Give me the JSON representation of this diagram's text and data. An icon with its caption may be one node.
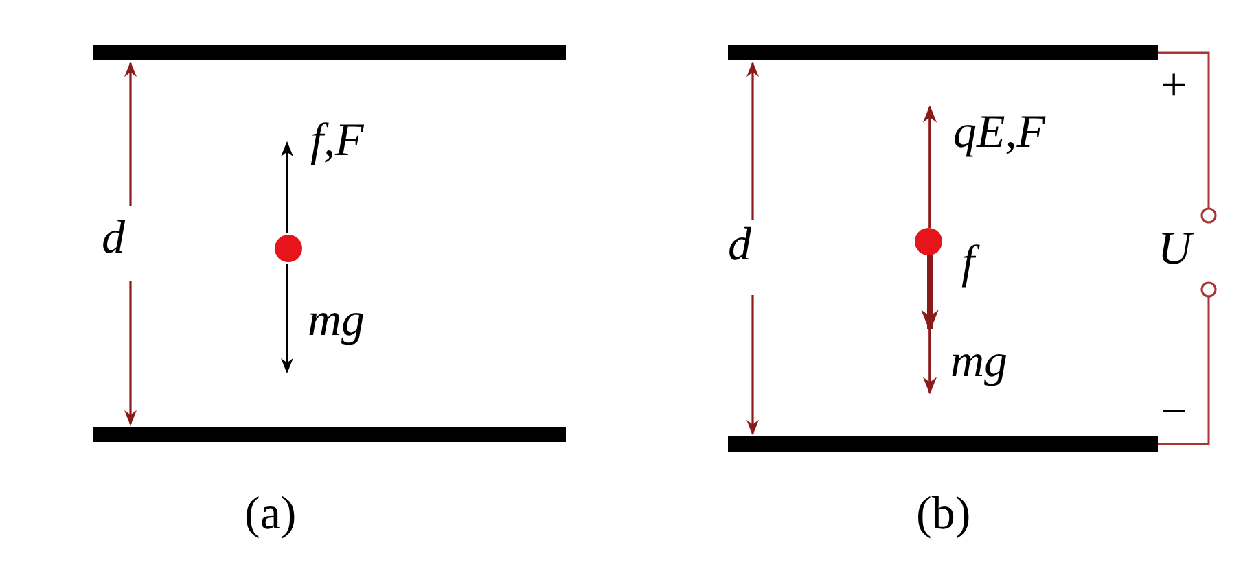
{
  "diagram": {
    "nodes": [
      {
        "text": [],
        "shape": "bar"
      },
      {
        "text": [],
        "shape": "bar"
      },
      {
        "text": [],
        "shape": "bar"
      },
      {
        "text": [],
        "shape": "bar"
      },
      {
        "text": [],
        "shape": "circle"
      },
      {
        "text": [],
        "shape": "circle"
      }
    ],
    "edges": [
      {
        "from": 2,
        "to": 4,
        "arrow": "none"
      },
      {
        "from": 3,
        "to": 5,
        "arrow": "none"
      }
    ],
    "labels": [
      "d",
      "f,F",
      "mg",
      "(a)",
      "d",
      "qE,F",
      "f",
      "+",
      "U",
      "mg",
      "−",
      "(b)"
    ]
  }
}
